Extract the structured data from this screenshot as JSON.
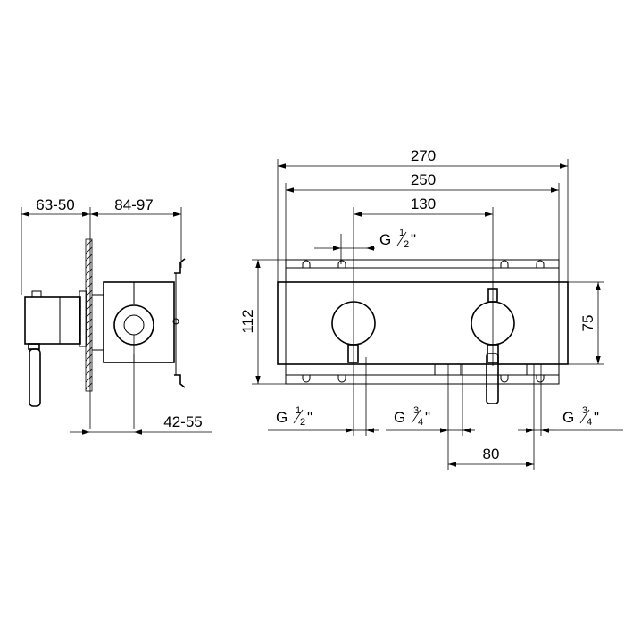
{
  "side_view": {
    "dim_top_left": "63-50",
    "dim_top_right": "84-97",
    "dim_bottom": "42-55"
  },
  "front_view": {
    "dim_overall_width": "270",
    "dim_inner_width": "250",
    "dim_handle_spacing": "130",
    "dim_height_total": "112",
    "dim_height_plate": "75",
    "dim_outlet_spacing": "80",
    "thread_top": {
      "letter": "G",
      "num": "1",
      "den": "2",
      "mark": "\""
    },
    "thread_bottom_left": {
      "letter": "G",
      "num": "1",
      "den": "2",
      "mark": "\""
    },
    "thread_bottom_middle": {
      "letter": "G",
      "num": "3",
      "den": "4",
      "mark": "\""
    },
    "thread_bottom_right": {
      "letter": "G",
      "num": "3",
      "den": "4",
      "mark": "\""
    }
  }
}
